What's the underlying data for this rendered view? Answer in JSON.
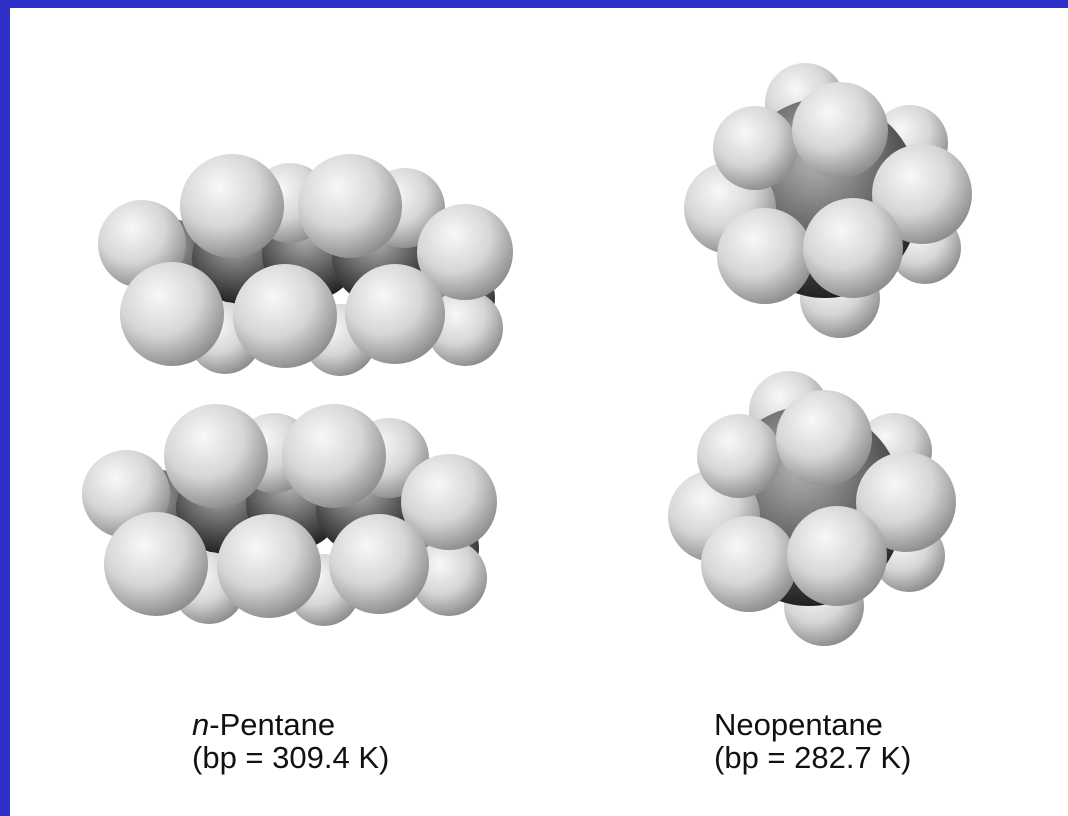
{
  "colors": {
    "frame_border": "#2e2ec8",
    "background": "#ffffff",
    "hydrogen_highlight": "#f6f6f6",
    "hydrogen_shadow": "#9a9a9a",
    "carbon_highlight": "#a8a8a8",
    "carbon_shadow": "#1a1a1a"
  },
  "n_pentane": {
    "prefix": "n",
    "name": "-Pentane",
    "bp": "(bp = 309.4 K)",
    "model_count": 2
  },
  "neopentane": {
    "name": "Neopentane",
    "bp": "(bp = 282.7 K)",
    "model_count": 2
  }
}
